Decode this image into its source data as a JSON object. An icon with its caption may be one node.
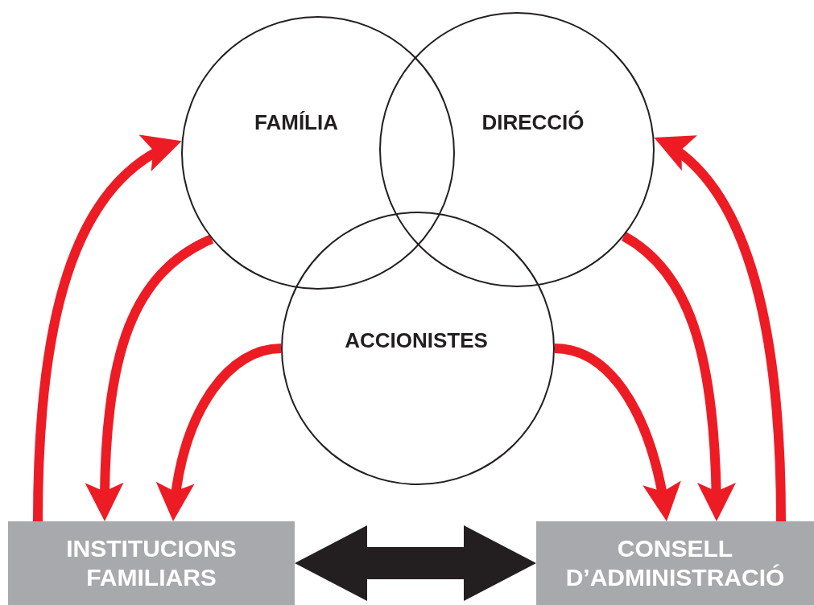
{
  "diagram": {
    "nodes": [
      {
        "text": [
          "FAMÍLIA"
        ]
      },
      {
        "text": [
          "DIRECCIÓ"
        ]
      },
      {
        "text": [
          "ACCIONISTES"
        ]
      },
      {
        "text": [
          "INSTITUCIONS FAMILIARS"
        ]
      },
      {
        "text": [
          "CONSELL D’ADMINISTRACIÓ"
        ]
      }
    ],
    "edges": [
      {
        "from": 3,
        "to": 0,
        "arrow": "to"
      },
      {
        "from": 0,
        "to": 3,
        "arrow": "to"
      },
      {
        "from": 2,
        "to": 3,
        "arrow": "to"
      },
      {
        "from": 2,
        "to": 4,
        "arrow": "to"
      },
      {
        "from": 1,
        "to": 4,
        "arrow": "to"
      },
      {
        "from": 4,
        "to": 1,
        "arrow": "to"
      },
      {
        "from": 3,
        "to": 4,
        "arrow": "both",
        "color": "#231f20"
      }
    ]
  }
}
